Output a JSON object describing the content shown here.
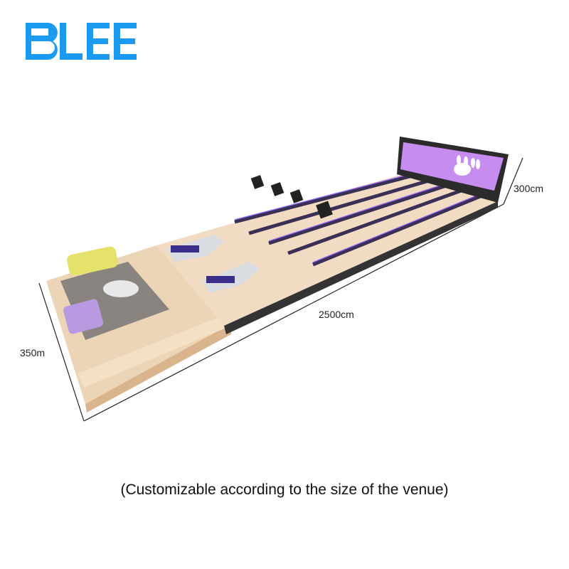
{
  "brand": {
    "logo_text": "BLEE",
    "color": "#1a9af0"
  },
  "dimensions": {
    "width": "350m",
    "length": "2500cm",
    "height": "300cm"
  },
  "caption": "(Customizable according to the size of the venue)",
  "colors": {
    "floor": "#e9cfb0",
    "lane": "#f1dcc3",
    "lane_light": "#6a3fd8",
    "screen": "#c68cf0",
    "frame": "#2b2b2b",
    "rug": "#8a8480",
    "sofa": "#e4e26a",
    "cushion": "#b99ae0"
  }
}
